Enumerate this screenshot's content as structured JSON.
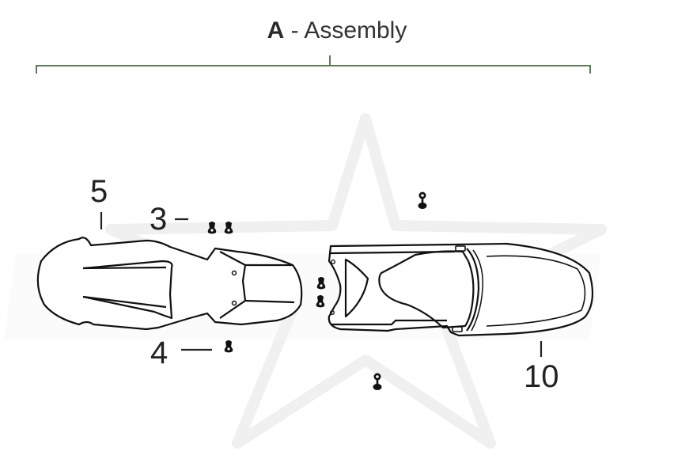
{
  "header": {
    "assembly_letter": "A",
    "separator": " - ",
    "assembly_label": "Assembly",
    "bracket_color": "#5f7a5a"
  },
  "watermark": {
    "shape": "star-logo",
    "color": "#efefef"
  },
  "parts": [
    {
      "number": "5",
      "name": "Front fender",
      "leader": "vertical"
    },
    {
      "number": "3",
      "name": "Fender bolts (pair)",
      "leader": "horizontal"
    },
    {
      "number": "4",
      "name": "Fender bolt",
      "leader": "horizontal"
    },
    {
      "number": "10",
      "name": "Rear fender",
      "leader": "vertical"
    }
  ],
  "fasteners": [
    {
      "id": "bolt-3a",
      "position": "above front fender, left"
    },
    {
      "id": "bolt-3b",
      "position": "above front fender, right"
    },
    {
      "id": "bolt-4",
      "position": "below front fender"
    },
    {
      "id": "rear-bolt-left-top",
      "position": "left edge of rear fender, upper"
    },
    {
      "id": "rear-bolt-left-bottom",
      "position": "left edge of rear fender, lower"
    },
    {
      "id": "rear-bolt-top",
      "position": "above rear fender"
    },
    {
      "id": "rear-bolt-bottom",
      "position": "below rear fender"
    }
  ]
}
